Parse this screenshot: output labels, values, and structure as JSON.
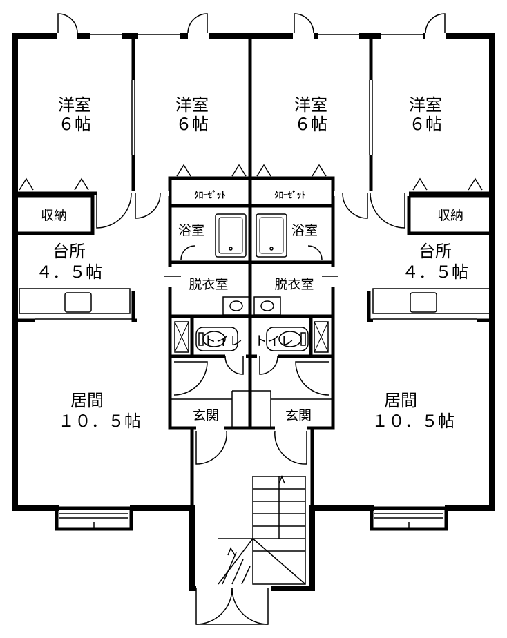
{
  "rooms": {
    "western_1": {
      "name": "洋室",
      "size": "６帖"
    },
    "western_2": {
      "name": "洋室",
      "size": "６帖"
    },
    "western_3": {
      "name": "洋室",
      "size": "６帖"
    },
    "western_4": {
      "name": "洋室",
      "size": "６帖"
    },
    "storage_left": "収納",
    "storage_right": "収納",
    "kitchen_left": {
      "name": "台所",
      "size": "４．５帖"
    },
    "kitchen_right": {
      "name": "台所",
      "size": "４．５帖"
    },
    "closet_left": "ｸﾛｰｾﾞｯﾄ",
    "closet_right": "ｸﾛｰｾﾞｯﾄ",
    "bath_left": "浴室",
    "bath_right": "浴室",
    "dressing_left": "脱衣室",
    "dressing_right": "脱衣室",
    "toilet_left": "トイレ",
    "toilet_right": "トイレ",
    "entrance_left": "玄関",
    "entrance_right": "玄関",
    "living_left": {
      "name": "居間",
      "size": "１０．５帖"
    },
    "living_right": {
      "name": "居間",
      "size": "１０．５帖"
    }
  }
}
